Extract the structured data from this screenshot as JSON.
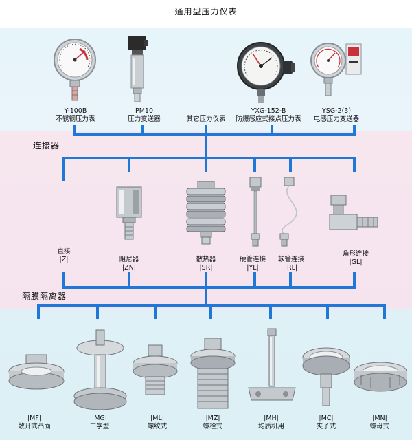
{
  "title": "通用型压力仪表",
  "sections": {
    "connectors": "连接器",
    "isolators": "隔膜隔离器"
  },
  "gauges": [
    {
      "model": "Y-100B",
      "name": "不锈钢压力表"
    },
    {
      "model": "PM10",
      "name": "压力变送器"
    },
    {
      "model": "",
      "name": "其它压力仪表"
    },
    {
      "model": "YXG-152-B",
      "name": "防爆感应式接点压力表"
    },
    {
      "model": "YSG-2(3)",
      "name": "电感压力变送器"
    }
  ],
  "connectors": [
    {
      "name": "直接",
      "code": "|Z|"
    },
    {
      "name": "阻尼器",
      "code": "|ZN|"
    },
    {
      "name": "散热器",
      "code": "|SR|"
    },
    {
      "name": "硬管连接",
      "code": "|YL|"
    },
    {
      "name": "软管连接",
      "code": "|RL|"
    },
    {
      "name": "角形连接",
      "code": "|GL|"
    }
  ],
  "isolators": [
    {
      "code": "|MF|",
      "name": "敞开式凸面"
    },
    {
      "code": "|MG|",
      "name": "工字型"
    },
    {
      "code": "|ML|",
      "name": "螺纹式"
    },
    {
      "code": "|MZ|",
      "name": "螺栓式"
    },
    {
      "code": "|MH|",
      "name": "均质机用"
    },
    {
      "code": "|MC|",
      "name": "夹子式"
    },
    {
      "code": "|MN|",
      "name": "螺母式"
    }
  ],
  "colors": {
    "line": "#1f78d8",
    "gauge_red": "#c8323a",
    "metal": "#b9bec4"
  }
}
